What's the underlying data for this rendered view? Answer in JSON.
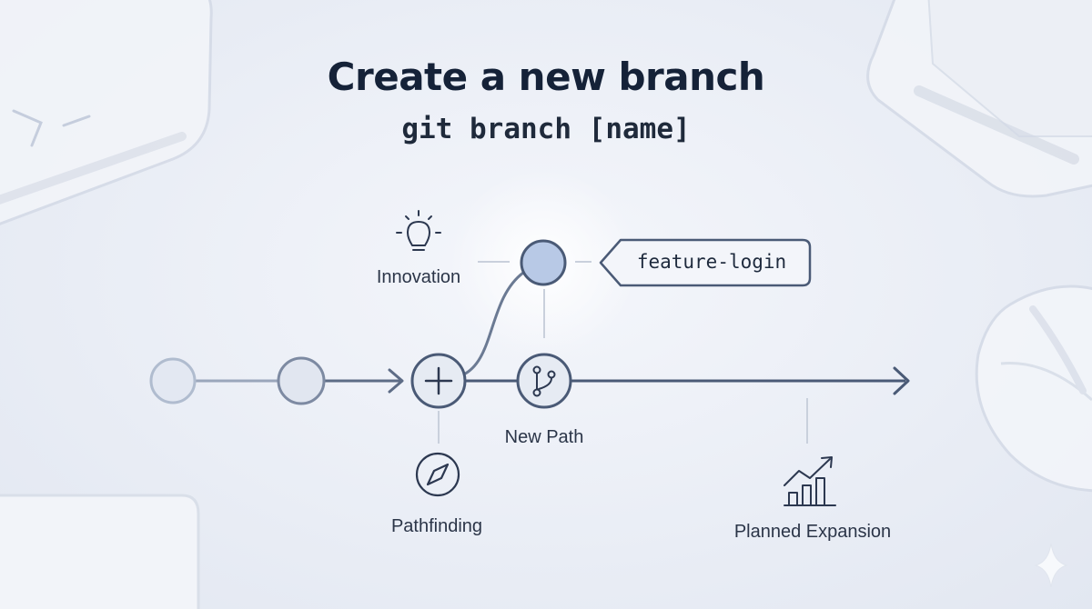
{
  "header": {
    "title": "Create a new branch",
    "command": "git branch [name]"
  },
  "diagram": {
    "branch_name": "feature-login",
    "labels": {
      "innovation": "Innovation",
      "new_path": "New Path",
      "pathfinding": "Pathfinding",
      "planned_expansion": "Planned Expansion"
    },
    "icons": {
      "innovation": "lightbulb-icon",
      "create_branch": "plus-icon",
      "new_path": "git-branch-icon",
      "pathfinding": "compass-icon",
      "planned_expansion": "growth-chart-icon"
    }
  },
  "colors": {
    "line": "#4a5a76",
    "node_fill": "#e3e8f2",
    "highlight_node": "#b8c9e6",
    "title": "#152238"
  }
}
